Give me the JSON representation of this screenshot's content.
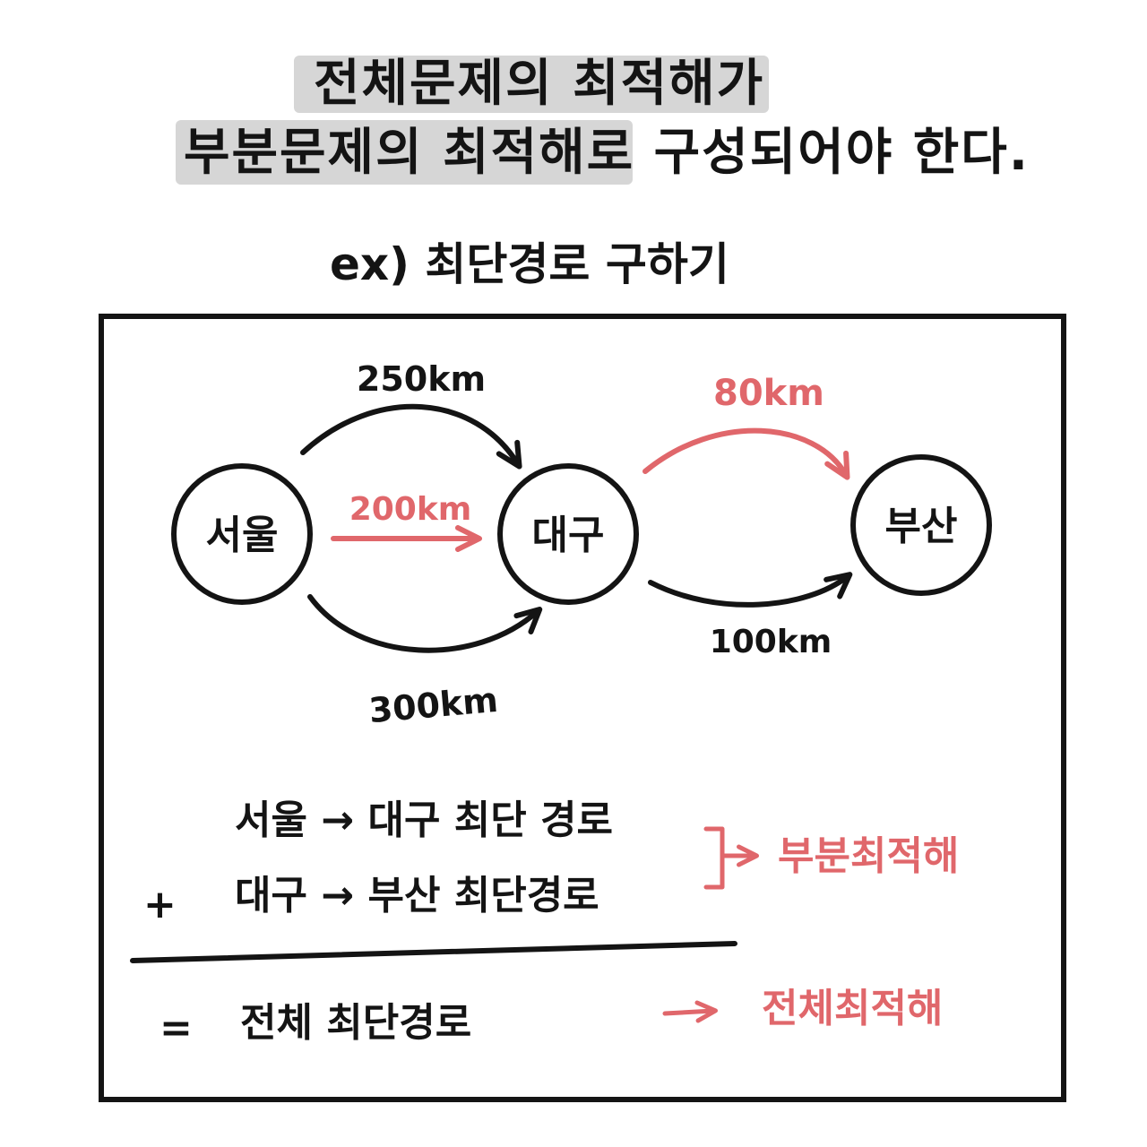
{
  "title": {
    "line1": "전체문제의 최적해가",
    "line2": "부분문제의 최적해로 구성되어야 한다."
  },
  "subtitle": "ex) 최단경로 구하기",
  "graph": {
    "nodes": [
      {
        "id": "seoul",
        "label": "서울"
      },
      {
        "id": "daegu",
        "label": "대구"
      },
      {
        "id": "busan",
        "label": "부산"
      }
    ],
    "edges": [
      {
        "id": "seoul-daegu-top",
        "label": "250km",
        "highlight": false
      },
      {
        "id": "seoul-daegu-mid",
        "label": "200km",
        "highlight": true
      },
      {
        "id": "seoul-daegu-bottom",
        "label": "300km",
        "highlight": false
      },
      {
        "id": "daegu-busan-top",
        "label": "80km",
        "highlight": true
      },
      {
        "id": "daegu-busan-bottom",
        "label": "100km",
        "highlight": false
      }
    ]
  },
  "equation": {
    "line1": "서울 → 대구 최단 경로",
    "plus": "+",
    "line2": "대구 → 부산 최단경로",
    "equals": "=",
    "result": "전체 최단경로",
    "partial_label": "부분최적해",
    "total_label": "전체최적해"
  },
  "colors": {
    "ink": "#141414",
    "accent": "#e0676b",
    "highlight": "#d6d6d6"
  }
}
